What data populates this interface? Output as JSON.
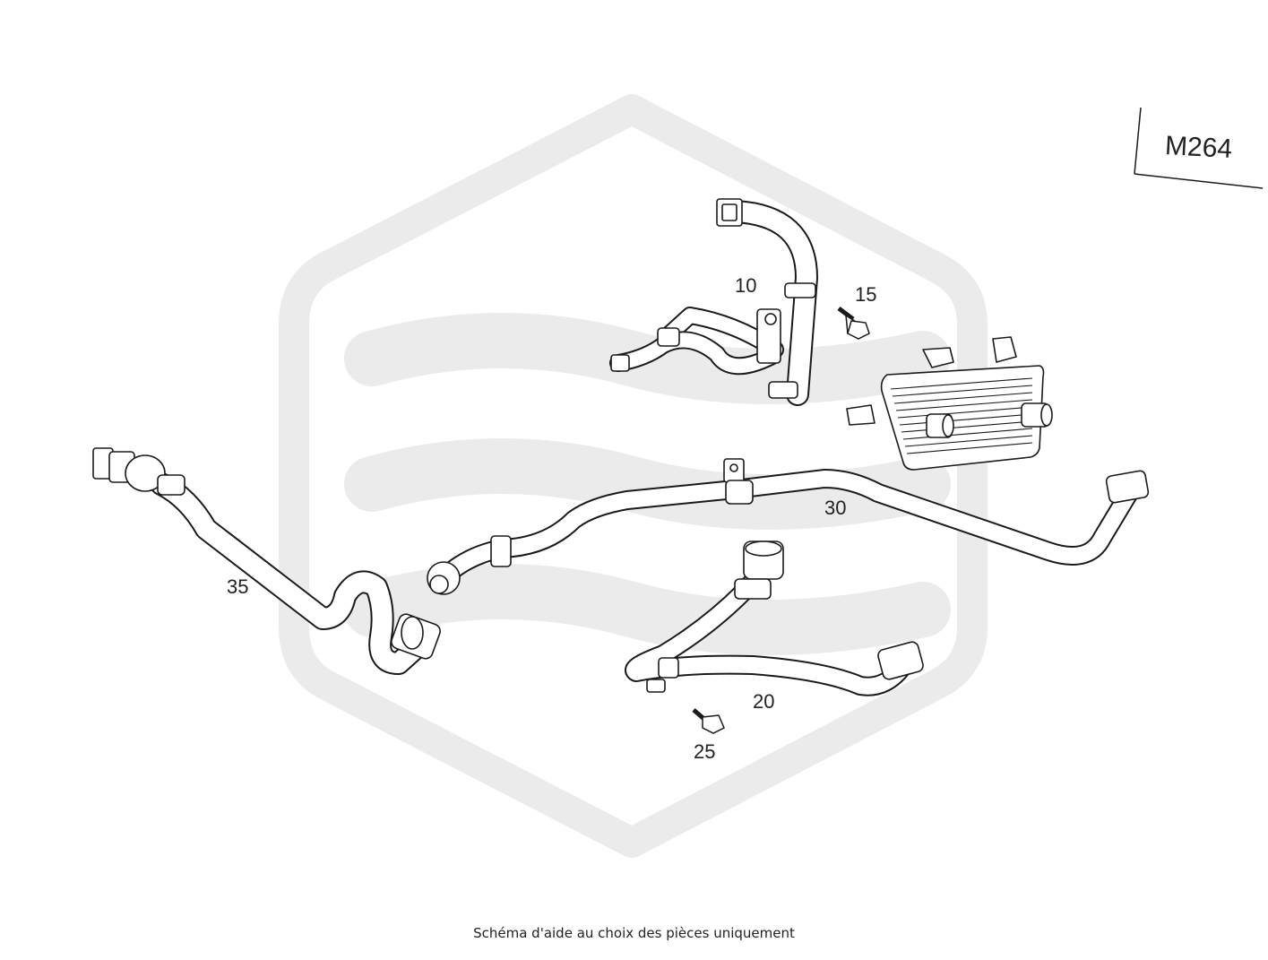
{
  "engine_code": "M264",
  "caption": "Schéma d'aide au choix des pièces uniquement",
  "callouts": {
    "part_10": "10",
    "part_15": "15",
    "part_20": "20",
    "part_25": "25",
    "part_30": "30",
    "part_35": "35"
  },
  "colors": {
    "line": "#1a1a1a",
    "watermark": "#ebebeb",
    "background": "#ffffff"
  }
}
